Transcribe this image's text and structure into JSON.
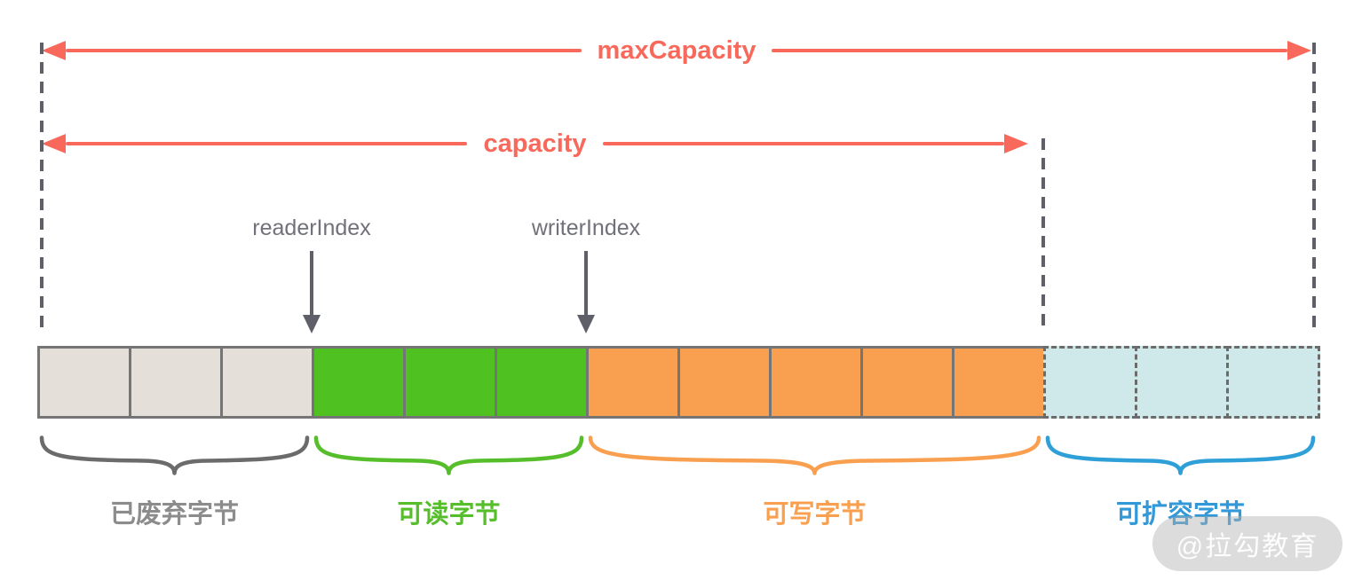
{
  "arrows": {
    "max_capacity_label": "maxCapacity",
    "capacity_label": "capacity"
  },
  "pointers": {
    "reader_label": "readerIndex",
    "writer_label": "writerIndex"
  },
  "buffer": {
    "sections": [
      {
        "id": "discarded",
        "label": "已废弃字节",
        "cells": 3,
        "fill": "#E4DFD9",
        "border_style": "solid",
        "brace_color": "#6B6B6B",
        "label_color": "#8C8C8C"
      },
      {
        "id": "readable",
        "label": "可读字节",
        "cells": 3,
        "fill": "#4FC120",
        "border_style": "solid",
        "brace_color": "#55BE2A",
        "label_color": "#55BE2A"
      },
      {
        "id": "writable",
        "label": "可写字节",
        "cells": 5,
        "fill": "#F9A050",
        "border_style": "solid",
        "brace_color": "#F9A050",
        "label_color": "#F9A050"
      },
      {
        "id": "expandable",
        "label": "可扩容字节",
        "cells": 3,
        "fill": "#CFE9EA",
        "border_style": "dashed",
        "brace_color": "#2F9FD8",
        "label_color": "#3298D8"
      }
    ]
  },
  "watermark": {
    "text": "@拉勾教育"
  },
  "colors": {
    "accent-red": "#F8695B",
    "line-dark": "#5F5F6A",
    "pointer-dark": "#5F5F6A",
    "pointer-text": "#71717A",
    "cell-border": "#757575",
    "cell-border-dashed": "#6B6B6B"
  }
}
